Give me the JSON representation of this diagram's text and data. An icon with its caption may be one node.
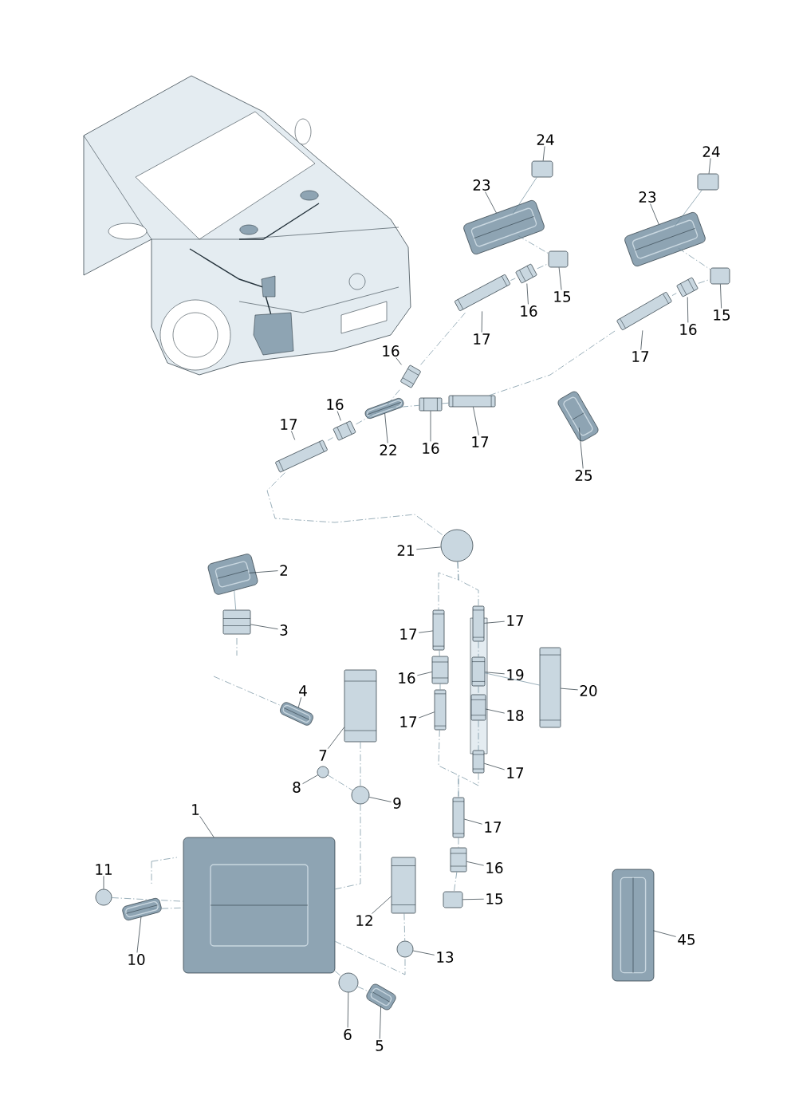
{
  "diagram": {
    "nodes": [
      {
        "text": [
          "24"
        ]
      },
      {
        "text": [],
        "shape": "box"
      },
      {
        "text": [
          "24"
        ]
      },
      {
        "text": [],
        "shape": "box"
      },
      {
        "text": [
          "23"
        ]
      },
      {
        "text": [],
        "shape": "picture"
      },
      {
        "text": [
          "23"
        ]
      },
      {
        "text": [],
        "shape": "picture"
      },
      {
        "text": [
          "15"
        ]
      },
      {
        "text": [],
        "shape": "box"
      },
      {
        "text": [
          "16"
        ]
      },
      {
        "text": [],
        "shape": "cylinder"
      },
      {
        "text": [
          "15"
        ]
      },
      {
        "text": [],
        "shape": "box"
      },
      {
        "text": [
          "16"
        ]
      },
      {
        "text": [],
        "shape": "cylinder"
      },
      {
        "text": [
          "17"
        ]
      },
      {
        "text": [],
        "shape": "cylinder"
      },
      {
        "text": [
          "17"
        ]
      },
      {
        "text": [],
        "shape": "cylinder"
      },
      {
        "text": [
          "16"
        ]
      },
      {
        "text": [],
        "shape": "cylinder"
      },
      {
        "text": [
          "16"
        ]
      },
      {
        "text": [],
        "shape": "cylinder"
      },
      {
        "text": [
          "17"
        ]
      },
      {
        "text": [],
        "shape": "cylinder"
      },
      {
        "text": [
          "22"
        ]
      },
      {
        "text": [],
        "shape": "picture"
      },
      {
        "text": [
          "16"
        ]
      },
      {
        "text": [],
        "shape": "cylinder"
      },
      {
        "text": [
          "17"
        ]
      },
      {
        "text": [],
        "shape": "cylinder"
      },
      {
        "text": [
          "25"
        ]
      },
      {
        "text": [],
        "shape": "picture"
      },
      {
        "text": [
          "21"
        ]
      },
      {
        "text": [],
        "shape": "circle"
      },
      {
        "text": [
          "2"
        ]
      },
      {
        "text": [],
        "shape": "picture"
      },
      {
        "text": [
          "3"
        ]
      },
      {
        "text": [],
        "shape": "cylinder"
      },
      {
        "text": [
          "4"
        ]
      },
      {
        "text": [],
        "shape": "picture"
      },
      {
        "text": [
          "7"
        ]
      },
      {
        "text": [],
        "shape": "cylinder"
      },
      {
        "text": [
          "8"
        ]
      },
      {
        "text": [],
        "shape": "circle"
      },
      {
        "text": [
          "9"
        ]
      },
      {
        "text": [],
        "shape": "circle"
      },
      {
        "text": [
          "1"
        ]
      },
      {
        "text": [],
        "shape": "picture"
      },
      {
        "text": [
          "11"
        ]
      },
      {
        "text": [],
        "shape": "circle"
      },
      {
        "text": [
          "10"
        ]
      },
      {
        "text": [],
        "shape": "picture"
      },
      {
        "text": [
          "12"
        ]
      },
      {
        "text": [],
        "shape": "cylinder"
      },
      {
        "text": [
          "13"
        ]
      },
      {
        "text": [],
        "shape": "circle"
      },
      {
        "text": [
          "6"
        ]
      },
      {
        "text": [],
        "shape": "circle"
      },
      {
        "text": [
          "5"
        ]
      },
      {
        "text": [],
        "shape": "picture"
      },
      {
        "text": [
          "17"
        ]
      },
      {
        "text": [],
        "shape": "cylinder"
      },
      {
        "text": [
          "16"
        ]
      },
      {
        "text": [],
        "shape": "cylinder"
      },
      {
        "text": [
          "17"
        ]
      },
      {
        "text": [],
        "shape": "cylinder"
      },
      {
        "text": [
          "17"
        ]
      },
      {
        "text": [],
        "shape": "cylinder"
      },
      {
        "text": [
          "19"
        ]
      },
      {
        "text": [],
        "shape": "cylinder"
      },
      {
        "text": [
          "18"
        ]
      },
      {
        "text": [],
        "shape": "cylinder"
      },
      {
        "text": [
          "17"
        ]
      },
      {
        "text": [],
        "shape": "cylinder"
      },
      {
        "text": [
          "20"
        ]
      },
      {
        "text": [],
        "shape": "cylinder"
      },
      {
        "text": [
          "17"
        ]
      },
      {
        "text": [],
        "shape": "cylinder"
      },
      {
        "text": [
          "16"
        ]
      },
      {
        "text": [],
        "shape": "cylinder"
      },
      {
        "text": [
          "15"
        ]
      },
      {
        "text": [],
        "shape": "box"
      },
      {
        "text": [
          "45"
        ]
      },
      {
        "text": [],
        "shape": "picture"
      }
    ],
    "edges": [
      {
        "from": 0,
        "to": 1,
        "arrow": "none"
      },
      {
        "from": 2,
        "to": 3,
        "arrow": "none"
      },
      {
        "from": 4,
        "to": 5,
        "arrow": "none"
      },
      {
        "from": 6,
        "to": 7,
        "arrow": "none"
      },
      {
        "from": 8,
        "to": 9,
        "arrow": "none"
      },
      {
        "from": 10,
        "to": 11,
        "arrow": "none"
      },
      {
        "from": 12,
        "to": 13,
        "arrow": "none"
      },
      {
        "from": 14,
        "to": 15,
        "arrow": "none"
      },
      {
        "from": 16,
        "to": 17,
        "arrow": "none"
      },
      {
        "from": 18,
        "to": 19,
        "arrow": "none"
      },
      {
        "from": 20,
        "to": 21,
        "arrow": "none"
      },
      {
        "from": 22,
        "to": 23,
        "arrow": "none"
      },
      {
        "from": 24,
        "to": 25,
        "arrow": "none"
      },
      {
        "from": 26,
        "to": 27,
        "arrow": "none"
      },
      {
        "from": 28,
        "to": 29,
        "arrow": "none"
      },
      {
        "from": 30,
        "to": 31,
        "arrow": "none"
      },
      {
        "from": 32,
        "to": 33,
        "arrow": "none"
      },
      {
        "from": 34,
        "to": 35,
        "arrow": "none"
      },
      {
        "from": 36,
        "to": 37,
        "arrow": "none"
      },
      {
        "from": 38,
        "to": 39,
        "arrow": "none"
      },
      {
        "from": 40,
        "to": 41,
        "arrow": "none"
      },
      {
        "from": 42,
        "to": 43,
        "arrow": "none"
      },
      {
        "from": 44,
        "to": 45,
        "arrow": "none"
      },
      {
        "from": 46,
        "to": 47,
        "arrow": "none"
      },
      {
        "from": 48,
        "to": 49,
        "arrow": "none"
      },
      {
        "from": 50,
        "to": 51,
        "arrow": "none"
      },
      {
        "from": 52,
        "to": 53,
        "arrow": "none"
      },
      {
        "from": 54,
        "to": 55,
        "arrow": "none"
      },
      {
        "from": 56,
        "to": 57,
        "arrow": "none"
      },
      {
        "from": 58,
        "to": 59,
        "arrow": "none"
      },
      {
        "from": 60,
        "to": 61,
        "arrow": "none"
      },
      {
        "from": 62,
        "to": 63,
        "arrow": "none"
      },
      {
        "from": 64,
        "to": 65,
        "arrow": "none"
      },
      {
        "from": 66,
        "to": 67,
        "arrow": "none"
      },
      {
        "from": 68,
        "to": 69,
        "arrow": "none"
      },
      {
        "from": 70,
        "to": 71,
        "arrow": "none"
      },
      {
        "from": 72,
        "to": 73,
        "arrow": "none"
      },
      {
        "from": 74,
        "to": 75,
        "arrow": "none"
      },
      {
        "from": 76,
        "to": 77,
        "arrow": "none"
      },
      {
        "from": 78,
        "to": 79,
        "arrow": "none"
      },
      {
        "from": 80,
        "to": 81,
        "arrow": "none"
      },
      {
        "from": 82,
        "to": 83,
        "arrow": "none"
      },
      {
        "from": 84,
        "to": 85,
        "arrow": "none"
      },
      {
        "from": 1,
        "to": 5,
        "arrow": "none",
        "color": "#6f8c9c"
      },
      {
        "from": 3,
        "to": 7,
        "arrow": "none",
        "color": "#6f8c9c"
      },
      {
        "from": 5,
        "to": 9,
        "arrow": "none",
        "style": "dashed",
        "color": "#6f8c9c"
      },
      {
        "from": 7,
        "to": 13,
        "arrow": "none",
        "style": "dashed",
        "color": "#6f8c9c"
      },
      {
        "from": 37,
        "to": 39,
        "arrow": "none",
        "color": "#6f8c9c"
      },
      {
        "from": 43,
        "to": 47,
        "arrow": "none",
        "style": "dashed",
        "color": "#6f8c9c"
      },
      {
        "from": 45,
        "to": 47,
        "arrow": "none",
        "style": "dashed",
        "color": "#6f8c9c"
      },
      {
        "from": 47,
        "to": 49,
        "arrow": "none",
        "style": "dashed",
        "color": "#6f8c9c"
      },
      {
        "from": 51,
        "to": 49,
        "arrow": "none",
        "style": "dashed",
        "color": "#6f8c9c"
      },
      {
        "from": 53,
        "to": 49,
        "arrow": "none",
        "style": "dashed",
        "color": "#6f8c9c"
      },
      {
        "from": 49,
        "to": 57,
        "arrow": "none",
        "style": "dashed",
        "color": "#6f8c9c"
      },
      {
        "from": 49,
        "to": 59,
        "arrow": "none",
        "style": "dashed",
        "color": "#6f8c9c"
      },
      {
        "from": 59,
        "to": 61,
        "arrow": "none",
        "style": "dashed",
        "color": "#6f8c9c"
      },
      {
        "from": 31,
        "to": 19,
        "arrow": "none",
        "style": "dashed",
        "color": "#6f8c9c"
      },
      {
        "from": 27,
        "to": 21,
        "arrow": "none",
        "style": "dashed",
        "color": "#6f8c9c"
      },
      {
        "from": 21,
        "to": 17,
        "arrow": "none",
        "style": "dashed",
        "color": "#6f8c9c"
      },
      {
        "from": 17,
        "to": 11,
        "arrow": "none",
        "style": "dashed",
        "color": "#6f8c9c"
      },
      {
        "from": 11,
        "to": 9,
        "arrow": "none",
        "style": "dashed",
        "color": "#6f8c9c"
      },
      {
        "from": 19,
        "to": 15,
        "arrow": "none",
        "style": "dashed",
        "color": "#6f8c9c"
      },
      {
        "from": 15,
        "to": 13,
        "arrow": "none",
        "style": "dashed",
        "color": "#6f8c9c"
      },
      {
        "from": 25,
        "to": 23,
        "arrow": "none",
        "style": "dashed",
        "color": "#6f8c9c"
      },
      {
        "from": 23,
        "to": 27,
        "arrow": "none",
        "style": "dashed",
        "color": "#6f8c9c"
      },
      {
        "from": 27,
        "to": 29,
        "arrow": "none",
        "style": "dashed",
        "color": "#6f8c9c"
      },
      {
        "from": 29,
        "to": 31,
        "arrow": "none",
        "style": "dashed",
        "color": "#6f8c9c"
      },
      {
        "from": 25,
        "to": 35,
        "arrow": "none",
        "style": "dashed",
        "color": "#6f8c9c"
      },
      {
        "from": 35,
        "to": 63,
        "arrow": "none",
        "style": "dashed",
        "color": "#6f8c9c"
      },
      {
        "from": 35,
        "to": 69,
        "arrow": "none",
        "style": "dashed",
        "color": "#6f8c9c"
      },
      {
        "from": 63,
        "to": 65,
        "arrow": "none",
        "style": "dashed",
        "color": "#6f8c9c"
      },
      {
        "from": 65,
        "to": 67,
        "arrow": "none",
        "style": "dashed",
        "color": "#6f8c9c"
      },
      {
        "from": 69,
        "to": 71,
        "arrow": "none",
        "style": "dashed",
        "color": "#6f8c9c"
      },
      {
        "from": 71,
        "to": 73,
        "arrow": "none",
        "style": "dashed",
        "color": "#6f8c9c"
      },
      {
        "from": 73,
        "to": 75,
        "arrow": "none",
        "style": "dashed",
        "color": "#6f8c9c"
      },
      {
        "from": 67,
        "to": 79,
        "arrow": "none",
        "style": "dashed",
        "color": "#6f8c9c"
      },
      {
        "from": 75,
        "to": 79,
        "arrow": "none",
        "style": "dashed",
        "color": "#6f8c9c"
      },
      {
        "from": 79,
        "to": 81,
        "arrow": "none",
        "style": "dashed",
        "color": "#6f8c9c"
      },
      {
        "from": 81,
        "to": 83,
        "arrow": "none",
        "style": "dashed",
        "color": "#6f8c9c"
      },
      {
        "from": 71,
        "to": 77,
        "arrow": "none",
        "color": "#6f8c9c"
      },
      {
        "from": 55,
        "to": 57,
        "arrow": "none",
        "style": "dashed",
        "color": "#6f8c9c"
      }
    ]
  }
}
